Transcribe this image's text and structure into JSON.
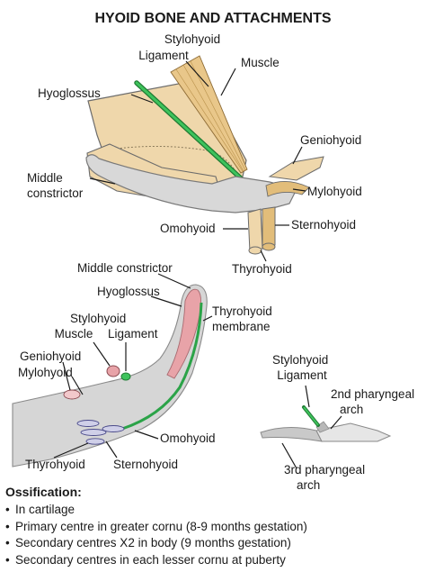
{
  "title": "HYOID BONE AND ATTACHMENTS",
  "colors": {
    "bone": "#d8d8d8",
    "bone_stroke": "#7a7a7a",
    "muscle": "#efd7ab",
    "muscle_dark": "#e2bd7a",
    "ligament": "#27a844",
    "constrictor_band": "#e8a3a8",
    "label": "#1a1a1a"
  },
  "top_diagram": {
    "labels": {
      "stylohyoid_ligament": [
        "Stylohyoid",
        "Ligament"
      ],
      "muscle": "Muscle",
      "hyoglossus": "Hyoglossus",
      "geniohyoid": "Geniohyoid",
      "middle_constrictor": [
        "Middle",
        "constrictor"
      ],
      "mylohyoid": "Mylohyoid",
      "omohyoid": "Omohyoid",
      "sternohyoid": "Sternohyoid",
      "thyrohyoid": "Thyrohyoid"
    }
  },
  "middle_diagram": {
    "labels": {
      "middle_constrictor": "Middle constrictor",
      "hyoglossus": "Hyoglossus",
      "stylohyoid_muscle": [
        "Stylohyoid",
        "Muscle"
      ],
      "ligament": "Ligament",
      "thyrohyoid_membrane": [
        "Thyrohyoid",
        "membrane"
      ],
      "geniohyoid": "Geniohyoid",
      "mylohyoid": "Mylohyoid",
      "omohyoid": "Omohyoid",
      "thyrohyoid": "Thyrohyoid",
      "sternohyoid": "Sternohyoid"
    }
  },
  "development_diagram": {
    "labels": {
      "stylohyoid_ligament": [
        "Stylohyoid",
        "Ligament"
      ],
      "second_arch": [
        "2nd pharyngeal",
        "arch"
      ],
      "third_arch": [
        "3rd pharyngeal",
        "arch"
      ]
    }
  },
  "ossification": {
    "heading": "Ossification:",
    "items": [
      "In cartilage",
      "Primary centre in greater cornu (8-9 months gestation)",
      "Secondary centres X2 in body (9 months gestation)",
      "Secondary centres in each lesser cornu at puberty"
    ]
  }
}
